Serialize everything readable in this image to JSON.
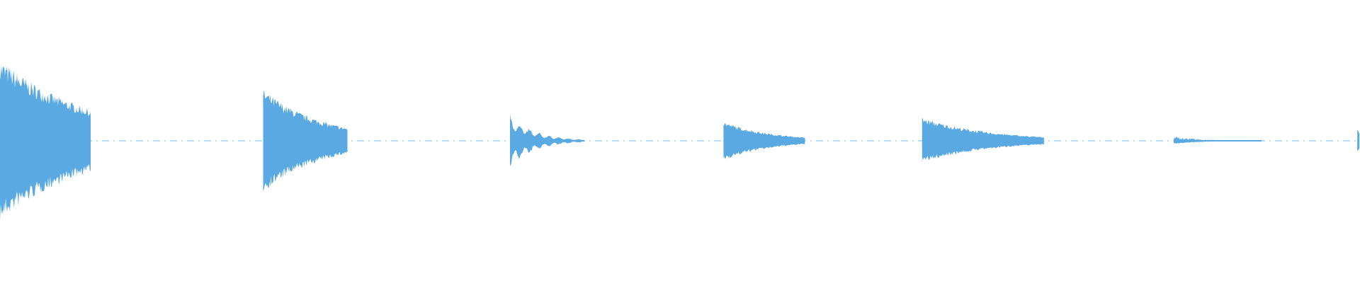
{
  "waveform": {
    "color": "#5aa9e2",
    "background": "#ffffff",
    "duration_fraction_start": 0,
    "onsets": [
      {
        "pos": 0.0,
        "amp_top": 0.63,
        "amp_bottom": 0.62,
        "decay": 0.07,
        "duration": 0.067
      },
      {
        "pos": 0.1935,
        "amp_top": 0.4,
        "amp_bottom": 0.4,
        "decay": 0.045,
        "duration": 0.062
      },
      {
        "pos": 0.375,
        "amp_top": 0.21,
        "amp_bottom": 0.22,
        "decay": 0.018,
        "duration": 0.055,
        "ringing": true
      },
      {
        "pos": 0.532,
        "amp_top": 0.15,
        "amp_bottom": 0.15,
        "decay": 0.035,
        "duration": 0.06
      },
      {
        "pos": 0.678,
        "amp_top": 0.18,
        "amp_bottom": 0.17,
        "decay": 0.05,
        "duration": 0.09
      },
      {
        "pos": 0.863,
        "amp_top": 0.025,
        "amp_bottom": 0.025,
        "decay": 0.02,
        "duration": 0.065,
        "noisy": true
      },
      {
        "pos": 0.998,
        "amp_top": 0.09,
        "amp_bottom": 0.09,
        "decay": 0.004,
        "duration": 0.002
      }
    ]
  }
}
